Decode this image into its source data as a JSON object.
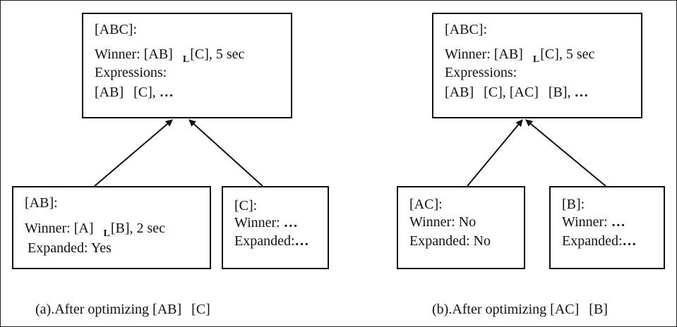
{
  "panel_a": {
    "root": {
      "title": "[ABC]:",
      "winner_prefix": "Winner: [AB]",
      "winner_sub": "L",
      "winner_suffix": "[C], 5 sec",
      "expressions_label": "Expressions:",
      "expr_1": "[AB]",
      "expr_2": "[C],",
      "expr_more": "…"
    },
    "left_child": {
      "title": "[AB]:",
      "winner_prefix": "Winner: [A]",
      "winner_sub": "L",
      "winner_suffix": "[B], 2 sec",
      "expanded": "Expanded: Yes"
    },
    "right_child": {
      "title": "[C]:",
      "winner_label": "Winner:",
      "winner_dots": "…",
      "expanded_label": "Expanded:",
      "expanded_dots": "…"
    },
    "caption_1": "(a).After optimizing [AB]",
    "caption_2": "[C]"
  },
  "panel_b": {
    "root": {
      "title": "[ABC]:",
      "winner_prefix": "Winner: [AB]",
      "winner_sub": "L",
      "winner_suffix": "[C], 5 sec",
      "expressions_label": "Expressions:",
      "expr_1": "[AB]",
      "expr_2": "[C], [AC]",
      "expr_3": "[B],",
      "expr_more": "…"
    },
    "left_child": {
      "title": "[AC]:",
      "winner": "Winner: No",
      "expanded": "Expanded: No"
    },
    "right_child": {
      "title": "[B]:",
      "winner_label": "Winner:",
      "winner_dots": "…",
      "expanded_label": "Expanded:",
      "expanded_dots": "…"
    },
    "caption_1": "(b).After optimizing [AC]",
    "caption_2": "[B]"
  }
}
